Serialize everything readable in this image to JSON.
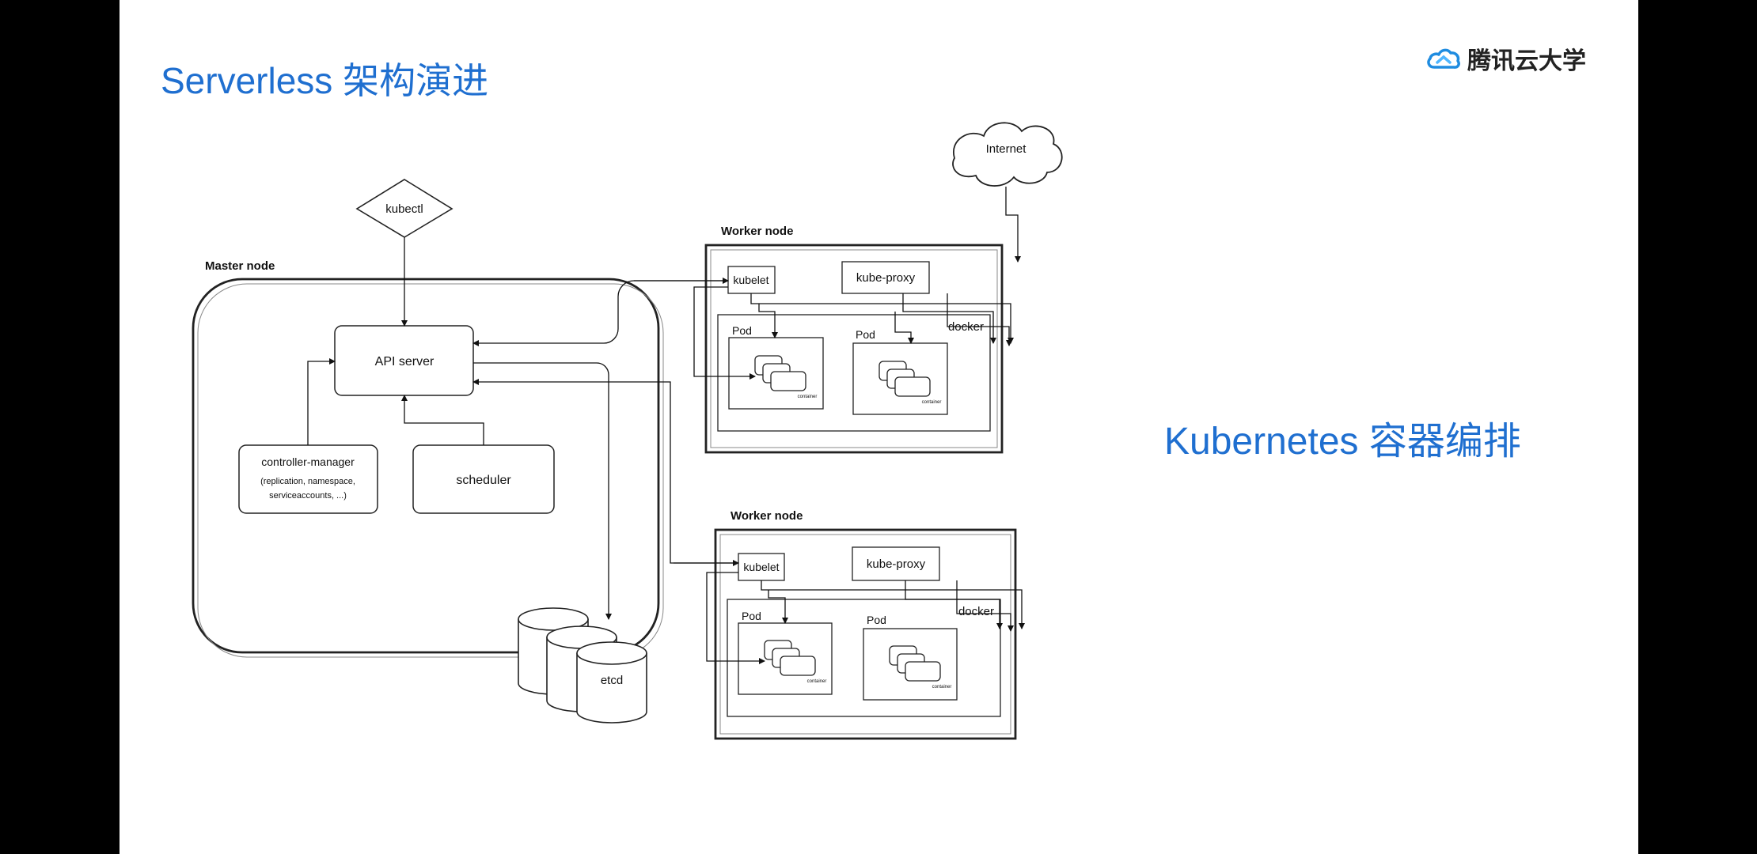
{
  "slide": {
    "title": "Serverless 架构演进",
    "side_label": "Kubernetes 容器编排",
    "logo_text": "腾讯云大学",
    "accent_color": "#1f6fd0"
  },
  "diagram": {
    "internet": "Internet",
    "kubectl": "kubectl",
    "master": {
      "title": "Master node",
      "api_server": "API server",
      "controller_manager": "controller-manager",
      "controller_manager_sub1": "(replication, namespace,",
      "controller_manager_sub2": "serviceaccounts, ...)",
      "scheduler": "scheduler",
      "etcd": "etcd"
    },
    "worker1": {
      "title": "Worker node",
      "kubelet": "kubelet",
      "kube_proxy": "kube-proxy",
      "docker": "docker",
      "pod_a": "Pod",
      "pod_b": "Pod",
      "container": "container"
    },
    "worker2": {
      "title": "Worker node",
      "kubelet": "kubelet",
      "kube_proxy": "kube-proxy",
      "docker": "docker",
      "pod_a": "Pod",
      "pod_b": "Pod",
      "container": "container"
    }
  }
}
